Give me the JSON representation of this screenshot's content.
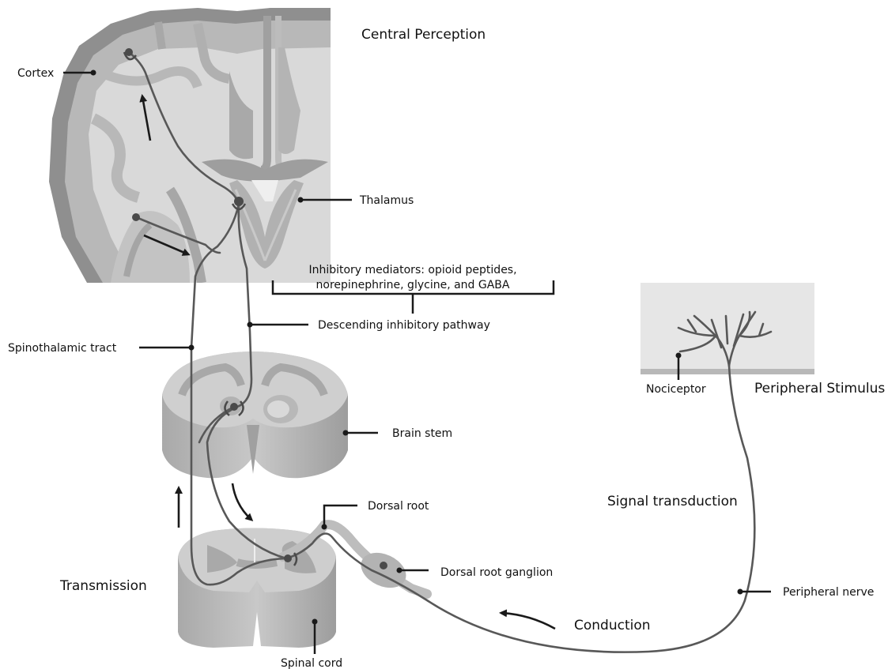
{
  "colors": {
    "background": "#ffffff",
    "tissue_light": "#dadada",
    "tissue_mid": "#bdbdbd",
    "tissue_dark": "#9a9a9a",
    "nerve": "#585858",
    "text": "#111111"
  },
  "stages": {
    "central_perception": "Central Perception",
    "transmission": "Transmission",
    "conduction": "Conduction",
    "signal_transduction": "Signal transduction",
    "peripheral_stimulus": "Peripheral Stimulus"
  },
  "labels": {
    "cortex": "Cortex",
    "thalamus": "Thalamus",
    "inhibitory_line1": "Inhibitory mediators: opioid peptides,",
    "inhibitory_line2": "norepinephrine, glycine, and GABA",
    "descending_pathway": "Descending inhibitory pathway",
    "spinothalamic_tract": "Spinothalamic tract",
    "brain_stem": "Brain stem",
    "dorsal_root": "Dorsal root",
    "dorsal_root_ganglion": "Dorsal root ganglion",
    "peripheral_nerve": "Peripheral nerve",
    "nociceptor": "Nociceptor",
    "spinal_cord": "Spinal cord"
  },
  "icons": {
    "flow_arrows": "arrow-icon"
  }
}
